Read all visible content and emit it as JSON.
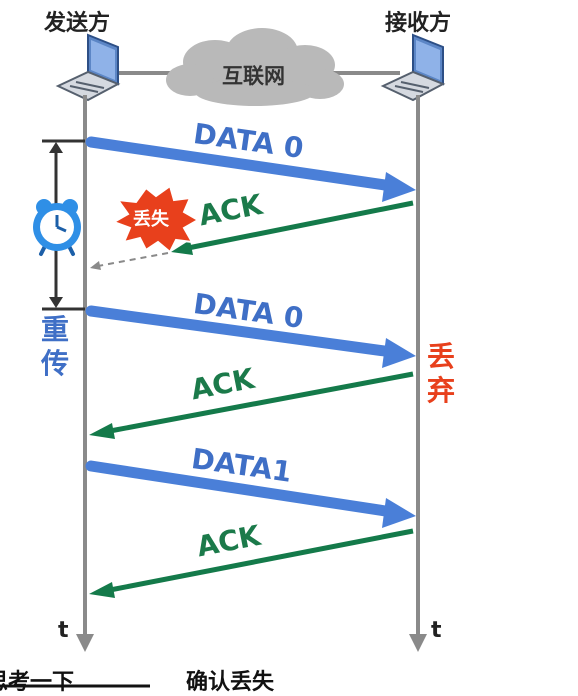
{
  "sender": {
    "label": "发送方"
  },
  "receiver": {
    "label": "接收方"
  },
  "network": {
    "label": "互联网"
  },
  "messages": {
    "data0_first": "DATA 0",
    "ack_lost": "ACK",
    "data0_retry": "DATA 0",
    "ack_second": "ACK",
    "data1": "DATA1",
    "ack_third": "ACK"
  },
  "annotations": {
    "lost": "丢失",
    "retransmit": [
      "重",
      "传"
    ],
    "discard": [
      "丢",
      "弃"
    ]
  },
  "time_axis": {
    "sender_t": "t",
    "receiver_t": "t"
  },
  "bottom_text": {
    "left_partial": "思考一下",
    "right": "确认丢失"
  },
  "colors": {
    "data_arrow": "#4a7fd8",
    "ack_arrow": "#147a4a",
    "timeline": "#8a8a8a",
    "burst": "#e8401c",
    "clock": "#2f8fe6"
  }
}
